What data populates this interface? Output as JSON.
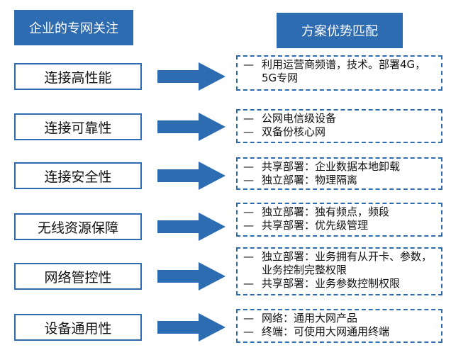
{
  "headers": {
    "left": "企业的专网关注",
    "right": "方案优势匹配"
  },
  "bullet": "—",
  "colors": {
    "primary": "#2e6cb2"
  },
  "rows": [
    {
      "concern": "连接高性能",
      "points": [
        "利用运营商频谱，技术。部署4G，5G专网"
      ]
    },
    {
      "concern": "连接可靠性",
      "points": [
        "公网电信级设备",
        "双备份核心网"
      ]
    },
    {
      "concern": "连接安全性",
      "points": [
        "共享部署：企业数据本地卸载",
        "独立部署：物理隔离"
      ]
    },
    {
      "concern": "无线资源保障",
      "points": [
        "独立部署：独有频点，频段",
        "共享部署：优先级管理"
      ]
    },
    {
      "concern": "网络管控性",
      "points": [
        "独立部署：业务拥有从开卡、参数，业务控制完整权限",
        "共享部署：业务参数控制权限"
      ]
    },
    {
      "concern": "设备通用性",
      "points": [
        "网络：通用大网产品",
        "终端：可使用大网通用终端"
      ]
    }
  ]
}
